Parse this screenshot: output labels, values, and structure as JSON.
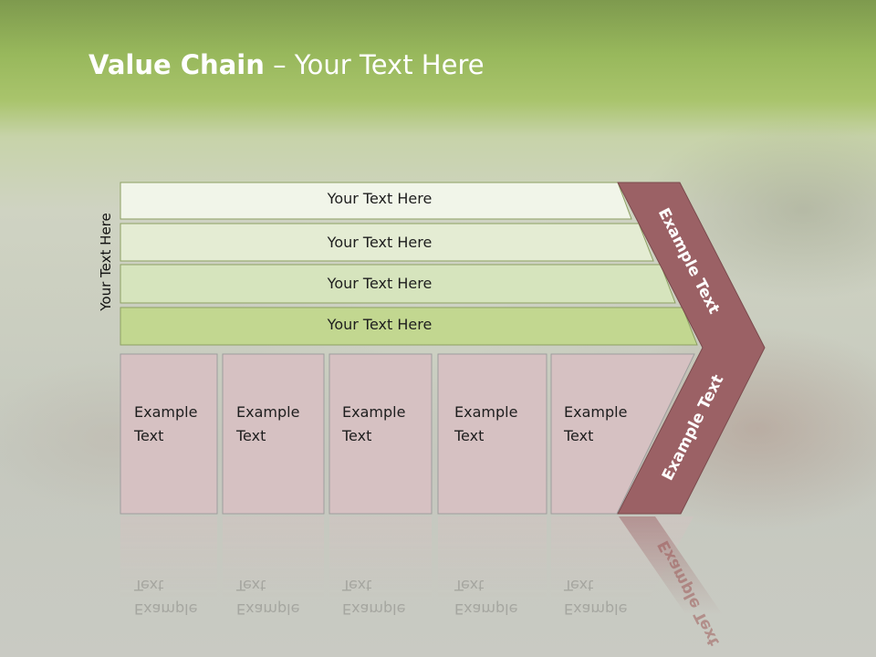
{
  "title": {
    "bold": "Value Chain",
    "rest": " – Your Text Here"
  },
  "side_label": "Your Text Here",
  "rows": [
    "Your Text Here",
    "Your Text Here",
    "Your Text Here",
    "Your Text Here"
  ],
  "boxes": [
    {
      "line1": "Example",
      "line2": "Text"
    },
    {
      "line1": "Example",
      "line2": "Text"
    },
    {
      "line1": "Example",
      "line2": "Text"
    },
    {
      "line1": "Example",
      "line2": "Text"
    },
    {
      "line1": "Example",
      "line2": "Text"
    }
  ],
  "chevron": {
    "top_label": "Example Text",
    "bottom_label": "Example Text"
  },
  "colors": {
    "row_fills": [
      "#f1f5e9",
      "#e4ecd3",
      "#d6e4bd",
      "#c2d790"
    ],
    "box_fill": "#d6c1c2",
    "chevron_fill": "#9b6165"
  }
}
